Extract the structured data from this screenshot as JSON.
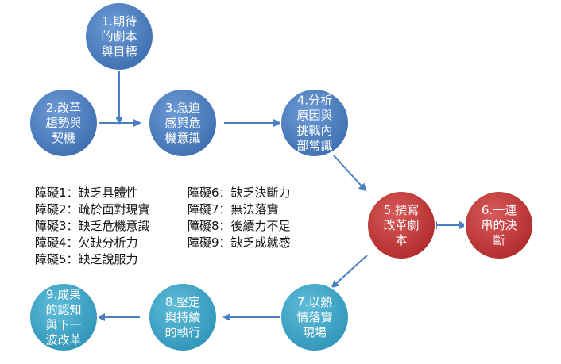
{
  "colors": {
    "blue": "#4a7fc0",
    "red": "#c0393a",
    "teal": "#3ea6c8",
    "arrow": "#4a7fc0"
  },
  "nodes": [
    {
      "id": "n1",
      "lines": [
        "1.期待",
        "的劇本",
        "與目標"
      ],
      "color": "blue"
    },
    {
      "id": "n2",
      "lines": [
        "2.改革",
        "趨勢與",
        "契機"
      ],
      "color": "blue"
    },
    {
      "id": "n3",
      "lines": [
        "3.急迫",
        "感與危",
        "機意識"
      ],
      "color": "blue"
    },
    {
      "id": "n4",
      "lines": [
        "4.分析",
        "原因與",
        "挑戰內",
        "部常識"
      ],
      "color": "blue"
    },
    {
      "id": "n5",
      "lines": [
        "5.撰寫",
        "改革劇",
        "本"
      ],
      "color": "red"
    },
    {
      "id": "n6",
      "lines": [
        "6.一連",
        "串的決",
        "斷"
      ],
      "color": "red"
    },
    {
      "id": "n7",
      "lines": [
        "7.以熱",
        "情落實",
        "現場"
      ],
      "color": "teal"
    },
    {
      "id": "n8",
      "lines": [
        "8.堅定",
        "與持續",
        "的執行"
      ],
      "color": "teal"
    },
    {
      "id": "n9",
      "lines": [
        "9.成果",
        "的認知",
        "與下一",
        "波改革"
      ],
      "color": "teal"
    }
  ],
  "obstacles": {
    "left": [
      "障礙1：缺乏具體性",
      "障礙2：疏於面對現實",
      "障礙3：缺乏危機意識",
      "障礙4：欠缺分析力",
      "障礙5：缺乏說服力"
    ],
    "right": [
      "障礙6：缺乏決斷力",
      "障礙7：無法落實",
      "障礙8：後續力不足",
      "障礙9：缺乏成就感"
    ]
  }
}
